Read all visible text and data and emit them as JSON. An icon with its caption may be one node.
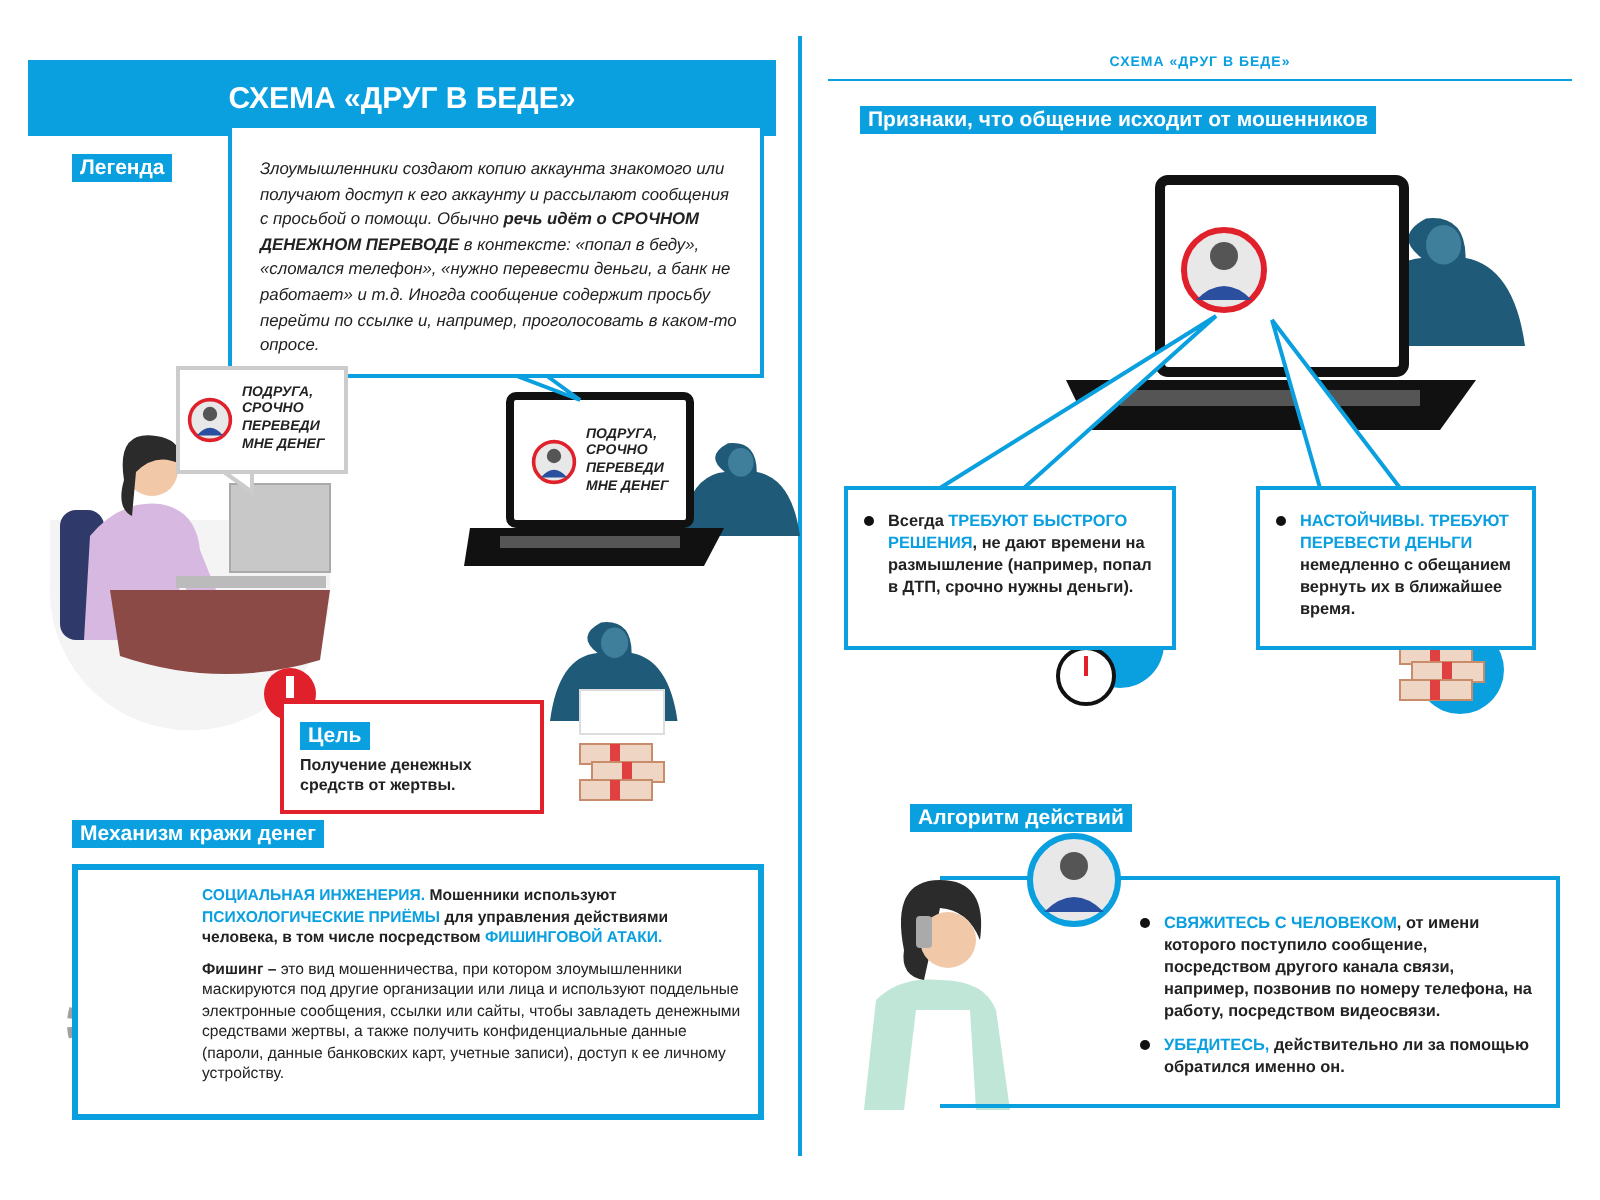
{
  "diagram": {
    "title": "СХЕМА «ДРУГ В БЕДЕ»",
    "nodes": [
      {
        "text": [
          "Легенда"
        ]
      },
      {
        "text": [
          "Злоумышленники создают копию аккаунта знакомого или получают доступ к его аккаунту и рассылают сообщения с просьбой о помощи. Обычно **речь идёт о СРОЧНОМ ДЕНЕЖНОМ ПЕРЕВОДЕ** в контексте: «попал в беду», «сломался телефон», «нужно перевести деньги, а банк не работает» и т.д. Иногда сообщение содержит просьбу перейти по ссылке и, например, проголосовать в каком-то опросе."
        ]
      },
      {
        "text": [
          "ПОДРУГА, СРОЧНО ПЕРЕВЕДИ МНЕ ДЕНЕГ"
        ]
      },
      {
        "text": [
          "ПОДРУГА, СРОЧНО ПЕРЕВЕДИ МНЕ ДЕНЕГ"
        ]
      },
      {
        "text": [
          "Цель",
          "Получение денежных средств от жертвы."
        ]
      },
      {
        "text": [
          "Механизм кражи денег"
        ]
      },
      {
        "text": [
          "**СОЦИАЛЬНАЯ ИНЖЕНЕРИЯ.** Мошенники используют **ПСИХОЛОГИЧЕСКИЕ ПРИЁМЫ** для управления действиями человека, в том числе посредством **ФИШИНГОВОЙ АТАКИ.**",
          "**Фишинг –** это вид мошенничества, при котором злоумышленники маскируются под другие организации или лица и используют поддельные электронные сообщения, ссылки или сайты, чтобы завладеть денежными средствами жертвы, а также получить конфиденциальные данные (пароли, данные банковских карт, учетные записи), доступ к ее личному устройству."
        ]
      },
      {
        "text": [
          "Признаки, что общение исходит от мошенников"
        ]
      },
      {
        "text": [
          "Всегда **ТРЕБУЮТ БЫСТРОГО РЕШЕНИЯ**, не дают времени на размышление (например, попал в ДТП, срочно нужны деньги)."
        ]
      },
      {
        "text": [
          "**НАСТОЙЧИВЫ. ТРЕБУЮТ ПЕРЕВЕСТИ ДЕНЬГИ** немедленно с обещанием вернуть их в ближайшее время."
        ]
      },
      {
        "text": [
          "Алгоритм действий"
        ]
      },
      {
        "text": [
          "**СВЯЖИТЕСЬ С ЧЕЛОВЕКОМ**, от имени которого поступило сообщение, посредством другого канала связи, например, позвонив по номеру телефона, на работу, посредством видеосвязи.",
          "**УБЕДИТЕСЬ,** действительно ли за помощью обратился именно он."
        ]
      }
    ],
    "labels": [
      "СХЕМА «ДРУГ В БЕДЕ»"
    ]
  }
}
